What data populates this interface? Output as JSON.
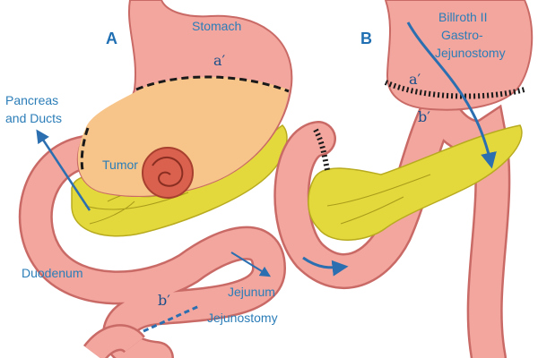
{
  "panels": {
    "a": "A",
    "b": "B"
  },
  "labels": {
    "stomach": "Stomach",
    "pancreas_line1": "Pancreas",
    "pancreas_line2": "and Ducts",
    "tumor": "Tumor",
    "duodenum": "Duodenum",
    "jejunum": "Jejunum",
    "jejunostomy": "Jejunostomy",
    "billroth_line1": "Billroth II",
    "billroth_line2": "Gastro-",
    "billroth_line3": "Jejunostomy"
  },
  "markers": {
    "a_prime_left": "a′",
    "b_prime_left": "b′",
    "a_prime_right": "a′",
    "b_prime_right": "b′"
  },
  "colors": {
    "organ_pink": "#f2a69e",
    "organ_edge": "#c96a66",
    "stomach_orange": "#f7c48a",
    "pancreas_yellow": "#e3d93c",
    "tumor_red": "#d9614e",
    "label_blue": "#2b7db8",
    "arrow_blue": "#2b6fb0"
  }
}
